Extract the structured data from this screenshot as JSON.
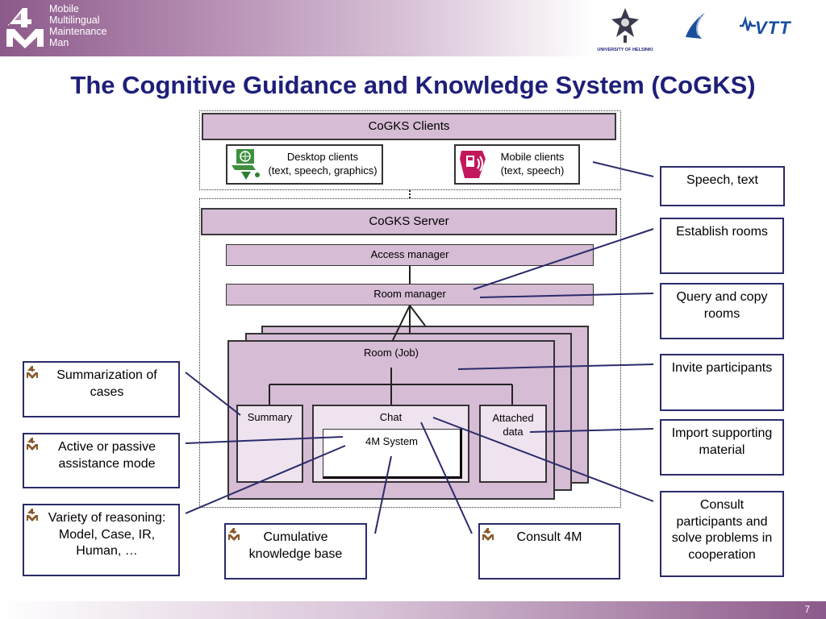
{
  "header": {
    "brand_lines": [
      "Mobile",
      "Multilingual",
      "Maintenance",
      "Man"
    ],
    "partner_logo_text": "UNIVERSITY OF HELSINKI",
    "vtt_logo_text": "VTT"
  },
  "title": "The Cognitive Guidance and Knowledge System (CoGKS)",
  "clients": {
    "header": "CoGKS Clients",
    "desktop_line1": "Desktop clients",
    "desktop_line2": "(text, speech, graphics)",
    "mobile_line1": "Mobile clients",
    "mobile_line2": "(text, speech)"
  },
  "server": {
    "header": "CoGKS Server",
    "access_manager": "Access manager",
    "room_manager": "Room manager",
    "room_title": "Room (Job)",
    "summary": "Summary",
    "chat": "Chat",
    "attached_line1": "Attached",
    "attached_line2": "data",
    "system": "4M System"
  },
  "right_boxes": [
    {
      "line1": "Speech, text",
      "line2": ""
    },
    {
      "line1": "Establish rooms",
      "line2": ""
    },
    {
      "line1": "Query and copy",
      "line2": "rooms"
    },
    {
      "line1": "Invite participants",
      "line2": ""
    },
    {
      "line1": "Import supporting",
      "line2": "material"
    },
    {
      "line1": "Consult",
      "line2": "participants and",
      "line3": "solve problems in",
      "line4": "cooperation"
    }
  ],
  "left_boxes": [
    {
      "line1": "Summarization of",
      "line2": "cases"
    },
    {
      "line1": "Active or passive",
      "line2": "assistance mode"
    },
    {
      "line1": "Variety of reasoning:",
      "line2": "Model, Case, IR,",
      "line3": "Human, …"
    }
  ],
  "bottom_boxes": {
    "knowledge_line1": "Cumulative",
    "knowledge_line2": "knowledge base",
    "consult": "Consult 4M"
  },
  "footer": {
    "page_number": "7"
  },
  "colors": {
    "title": "#1f1f7a",
    "box_fill": "#d6bcd4",
    "light_fill": "#efe3f0",
    "connector": "#2b2b6b"
  }
}
